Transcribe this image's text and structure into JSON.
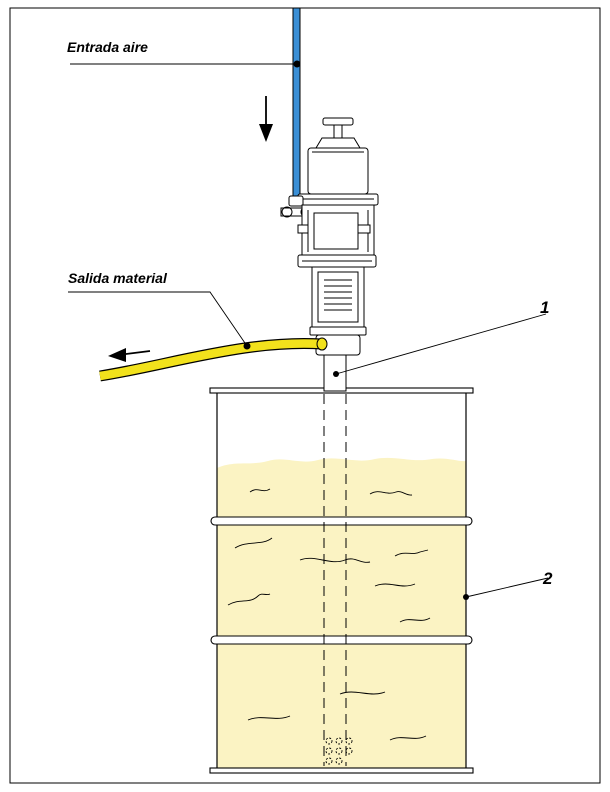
{
  "labels": {
    "air_inlet": "Entrada aire",
    "material_outlet": "Salida material",
    "callout_1": "1",
    "callout_2": "2"
  },
  "colors": {
    "air_line": "#3a8fd6",
    "material_hose": "#f2e21c",
    "fluid": "#fbf3c3",
    "frame": "#000000"
  },
  "icons": {
    "air_flow_arrow": "arrow-down-icon",
    "material_flow_arrow": "arrow-left-icon"
  }
}
